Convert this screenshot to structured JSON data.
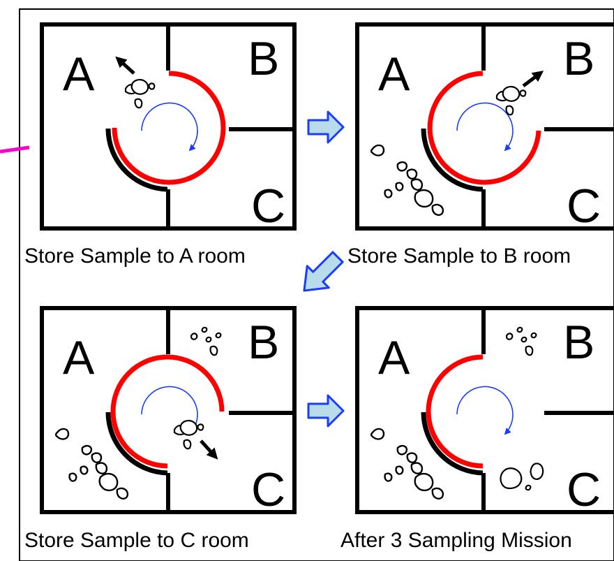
{
  "panels": [
    {
      "caption": "Store Sample to A room",
      "rooms": {
        "a": "A",
        "b": "B",
        "c": "C"
      }
    },
    {
      "caption": "Store Sample to B room",
      "rooms": {
        "a": "A",
        "b": "B",
        "c": "C"
      }
    },
    {
      "caption": "Store Sample to C room",
      "rooms": {
        "a": "A",
        "b": "B",
        "c": "C"
      }
    },
    {
      "caption": "After 3 Sampling Mission",
      "rooms": {
        "a": "A",
        "b": "B",
        "c": "C"
      }
    }
  ],
  "colors": {
    "wall": "#000000",
    "rotor": "#ff0000",
    "rotation_arrow": "#1a3cff",
    "flow_arrow_fill": "#b8dcea",
    "flow_arrow_stroke": "#1a3cff",
    "marker": "#ff00cc"
  },
  "icons": {
    "flow_arrow": "block-arrow-icon",
    "rotation": "curved-arrow-icon",
    "sample_motion": "arrow-icon",
    "sample": "rock-icon"
  }
}
